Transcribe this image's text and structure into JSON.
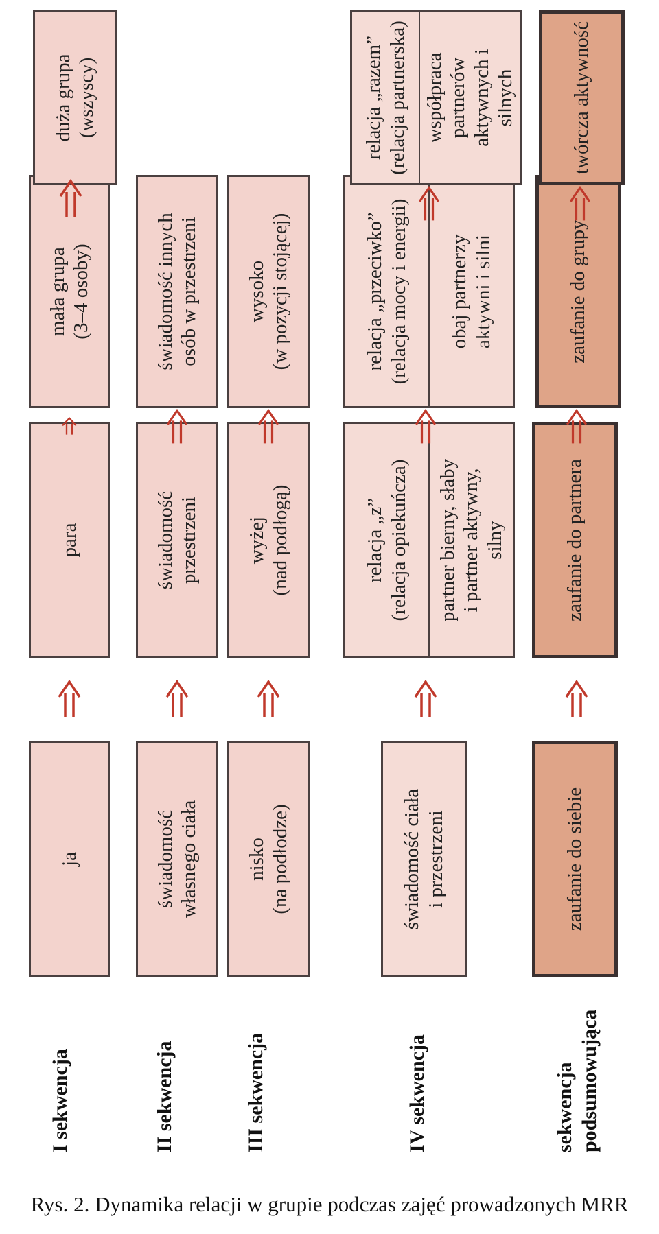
{
  "rows": [
    {
      "label": "I sekwencja",
      "cols": [
        [
          "ja"
        ],
        [
          "para"
        ],
        [
          "mała grupa\n(3–4 osoby)"
        ],
        [
          "duża grupa\n(wszyscy)"
        ]
      ]
    },
    {
      "label": "II sekwencja",
      "cols": [
        [
          "świadomość\nwłasnego ciała"
        ],
        [
          "świadomość\nprzestrzeni"
        ],
        [
          "świadomość innych\nosób w przestrzeni"
        ]
      ]
    },
    {
      "label": "III sekwencja",
      "cols": [
        [
          "nisko\n(na podłodze)"
        ],
        [
          "wyżej\n(nad podłogą)"
        ],
        [
          "wysoko\n(w pozycji stojącej)"
        ]
      ]
    },
    {
      "label": "IV sekwencja",
      "cols": [
        [
          "świadomość ciała\ni przestrzeni"
        ],
        [
          "relacja „z”\n(relacja opiekuńcza)",
          "partner bierny, słaby\ni partner aktywny,\nsilny"
        ],
        [
          "relacja „przeciwko”\n(relacja mocy i energii)",
          "obaj partnerzy\naktywni i silni"
        ],
        [
          "relacja „razem”\n(relacja partnerska)",
          "współpraca partnerów\naktywnych i silnych"
        ]
      ]
    },
    {
      "label": "sekwencja\npodsumowująca",
      "cols": [
        [
          "zaufanie do siebie"
        ],
        [
          "zaufanie do partnera"
        ],
        [
          "zaufanie do grupy"
        ],
        [
          "twórcza aktywność"
        ]
      ]
    }
  ],
  "caption": "Rys. 2. Dynamika relacji w grupie podczas zajęć prowadzonych MRR",
  "colors": {
    "box_fill": "#f3d3cd",
    "box_fill_dark": "#dfa488",
    "arrow": "#c0392b",
    "border": "#4a4040"
  }
}
